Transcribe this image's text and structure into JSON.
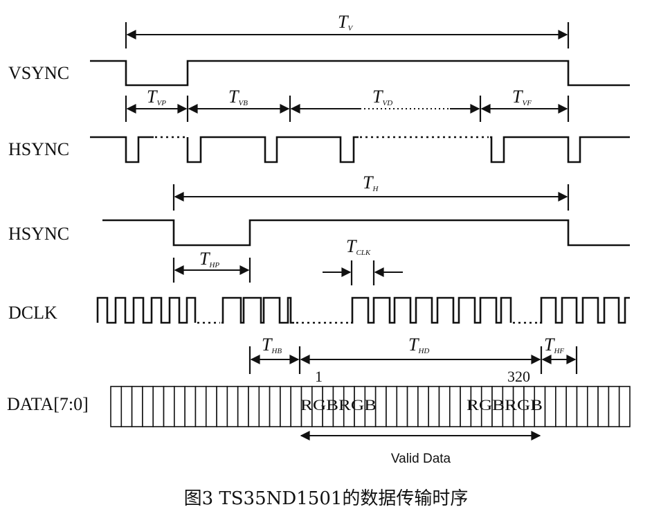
{
  "signals": {
    "vsync": "VSYNC",
    "hsync_frame": "HSYNC",
    "hsync_line": "HSYNC",
    "dclk": "DCLK",
    "data": "DATA[7:0]"
  },
  "timing": {
    "tv": {
      "main": "T",
      "sub": "V"
    },
    "tvp": {
      "main": "T",
      "sub": "VP"
    },
    "tvb": {
      "main": "T",
      "sub": "VB"
    },
    "tvd": {
      "main": "T",
      "sub": "VD"
    },
    "tvf": {
      "main": "T",
      "sub": "VF"
    },
    "th": {
      "main": "T",
      "sub": "H"
    },
    "thp": {
      "main": "T",
      "sub": "HP"
    },
    "tclk": {
      "main": "T",
      "sub": "CLK"
    },
    "thb": {
      "main": "T",
      "sub": "HB"
    },
    "thd": {
      "main": "T",
      "sub": "HD"
    },
    "thf": {
      "main": "T",
      "sub": "HF"
    }
  },
  "data_markers": {
    "first": "1",
    "last": "320"
  },
  "rgb_labels": [
    "RGBRGB",
    "RGBRGB"
  ],
  "valid_data": "Valid Data",
  "caption": "图3   TS35ND1501的数据传输时序"
}
